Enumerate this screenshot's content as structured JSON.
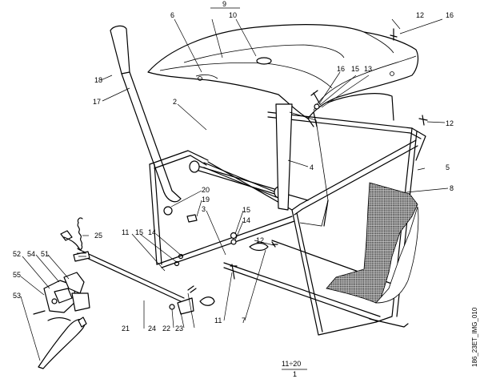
{
  "callouts": [
    {
      "id": "c9",
      "text": "9"
    },
    {
      "id": "c10",
      "text": "10"
    },
    {
      "id": "c6",
      "text": "6"
    },
    {
      "id": "c12a",
      "text": "12"
    },
    {
      "id": "c16a",
      "text": "16"
    },
    {
      "id": "c18",
      "text": "18"
    },
    {
      "id": "c17",
      "text": "17"
    },
    {
      "id": "c2",
      "text": "2"
    },
    {
      "id": "c16b",
      "text": "16"
    },
    {
      "id": "c15a",
      "text": "15"
    },
    {
      "id": "c13",
      "text": "13"
    },
    {
      "id": "c12b",
      "text": "12"
    },
    {
      "id": "c5",
      "text": "5"
    },
    {
      "id": "c4",
      "text": "4"
    },
    {
      "id": "c8",
      "text": "8"
    },
    {
      "id": "c20",
      "text": "20"
    },
    {
      "id": "c19",
      "text": "19"
    },
    {
      "id": "c3",
      "text": "3"
    },
    {
      "id": "c15b",
      "text": "15"
    },
    {
      "id": "c14a",
      "text": "14"
    },
    {
      "id": "c25",
      "text": "25"
    },
    {
      "id": "c11a",
      "text": "11"
    },
    {
      "id": "c15c",
      "text": "15"
    },
    {
      "id": "c14b",
      "text": "14"
    },
    {
      "id": "c12c",
      "text": "12"
    },
    {
      "id": "c52",
      "text": "52"
    },
    {
      "id": "c54",
      "text": "54"
    },
    {
      "id": "c51",
      "text": "51"
    },
    {
      "id": "c55",
      "text": "55"
    },
    {
      "id": "c53",
      "text": "53"
    },
    {
      "id": "c21",
      "text": "21"
    },
    {
      "id": "c24",
      "text": "24"
    },
    {
      "id": "c22",
      "text": "22"
    },
    {
      "id": "c23",
      "text": "23"
    },
    {
      "id": "c11b",
      "text": "11"
    },
    {
      "id": "c7",
      "text": "7"
    }
  ],
  "footer": {
    "range_label": "11÷20",
    "group_number": "1"
  },
  "image_code": "186_23ET_IMG_010"
}
